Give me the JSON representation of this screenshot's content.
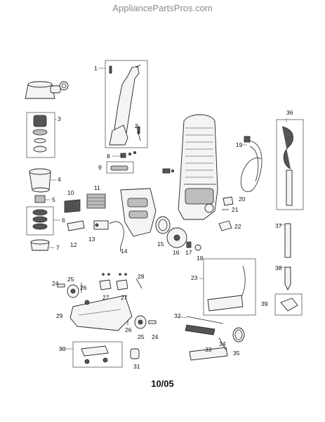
{
  "watermark": "AppliancePartsPros.com",
  "date_code": "10/05",
  "callouts": [
    "1",
    "2",
    "3",
    "4",
    "5",
    "6",
    "7",
    "8",
    "9",
    "10",
    "11",
    "12",
    "13",
    "14",
    "15",
    "16",
    "17",
    "18",
    "19",
    "20",
    "21",
    "22",
    "23",
    "24",
    "25",
    "26",
    "27",
    "28",
    "29",
    "30",
    "31",
    "32",
    "33",
    "34",
    "35",
    "36",
    "37",
    "38",
    "39"
  ]
}
